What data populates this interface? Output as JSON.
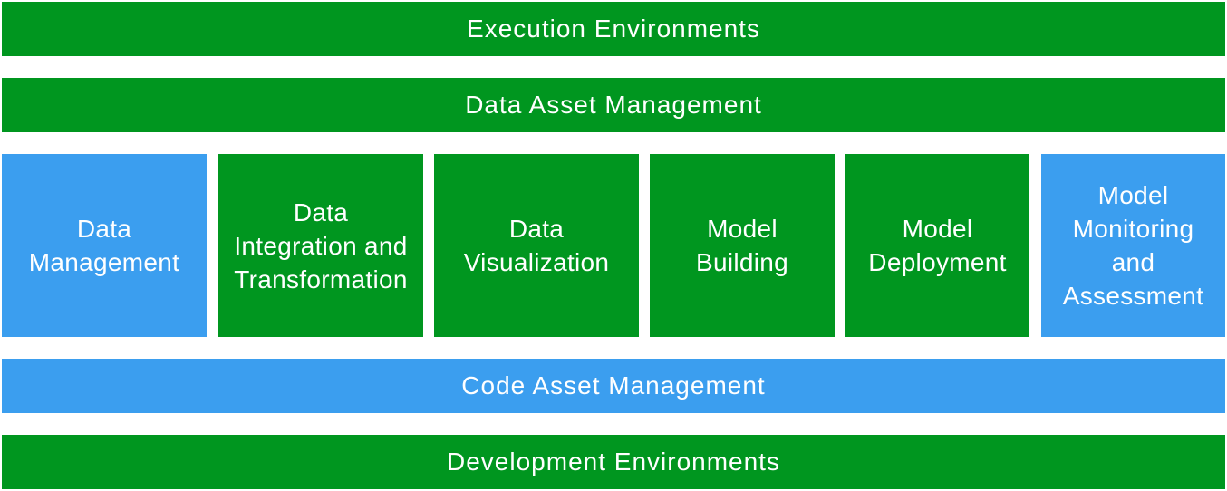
{
  "colors": {
    "green": "#00961f",
    "blue": "#3b9eef",
    "text": "#ffffff",
    "background": "#ffffff"
  },
  "layers": {
    "execution_environments": "Execution Environments",
    "data_asset_management": "Data Asset Management",
    "code_asset_management": "Code Asset Management",
    "development_environments": "Development Environments"
  },
  "tools": [
    {
      "label": "Data\nManagement",
      "color": "blue"
    },
    {
      "label": "Data\nIntegration and\nTransformation",
      "color": "green"
    },
    {
      "label": "Data\nVisualization",
      "color": "green"
    },
    {
      "label": "Model\nBuilding",
      "color": "green"
    },
    {
      "label": "Model\nDeployment",
      "color": "green"
    },
    {
      "label": "Model\nMonitoring\nand\nAssessment",
      "color": "blue"
    }
  ]
}
